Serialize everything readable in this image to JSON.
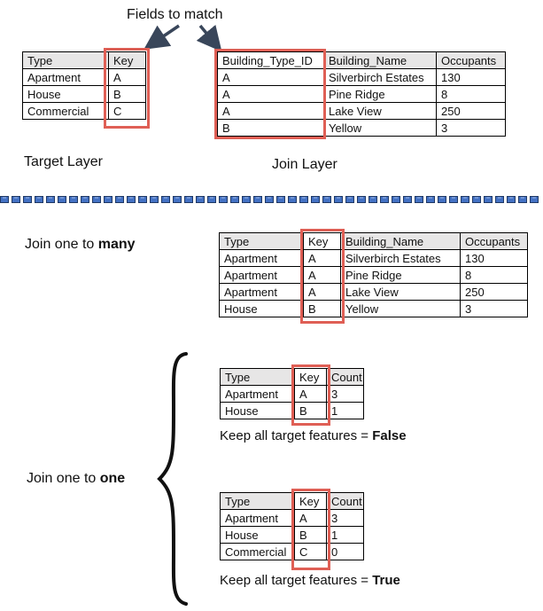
{
  "title": "Fields to match",
  "colors": {
    "red_highlight": "#DF5F55",
    "arrow": "#39465A",
    "table_header_bg": "#E7E6E6",
    "divider_blue": "#4472C4",
    "divider_dark": "#1F3864"
  },
  "target_table": {
    "label": "Target Layer",
    "headers": [
      "Type",
      "Key"
    ],
    "rows": [
      [
        "Apartment",
        "A"
      ],
      [
        "House",
        "B"
      ],
      [
        "Commercial",
        "C"
      ]
    ]
  },
  "join_table": {
    "label": "Join Layer",
    "headers": [
      "Building_Type_ID",
      "Building_Name",
      "Occupants"
    ],
    "rows": [
      [
        "A",
        "Silverbirch Estates",
        "130"
      ],
      [
        "A",
        "Pine Ridge",
        "8"
      ],
      [
        "A",
        "Lake View",
        "250"
      ],
      [
        "B",
        "Yellow",
        "3"
      ]
    ]
  },
  "join_one_to_many": {
    "label_prefix": "Join one to ",
    "label_bold": "many",
    "table": {
      "headers": [
        "Type",
        "Key",
        "Building_Name",
        "Occupants"
      ],
      "rows": [
        [
          "Apartment",
          "A",
          "Silverbirch Estates",
          "130"
        ],
        [
          "Apartment",
          "A",
          "Pine Ridge",
          "8"
        ],
        [
          "Apartment",
          "A",
          "Lake View",
          "250"
        ],
        [
          "House",
          "B",
          "Yellow",
          "3"
        ]
      ]
    }
  },
  "join_one_to_one": {
    "label_prefix": "Join one to ",
    "label_bold": "one",
    "false_case": {
      "headers": [
        "Type",
        "Key",
        "Count"
      ],
      "rows": [
        [
          "Apartment",
          "A",
          "3"
        ],
        [
          "House",
          "B",
          "1"
        ]
      ],
      "caption_prefix": "Keep all target features = ",
      "caption_bold": "False"
    },
    "true_case": {
      "headers": [
        "Type",
        "Key",
        "Count"
      ],
      "rows": [
        [
          "Apartment",
          "A",
          "3"
        ],
        [
          "House",
          "B",
          "1"
        ],
        [
          "Commercial",
          "C",
          "0"
        ]
      ],
      "caption_prefix": "Keep all target features = ",
      "caption_bold": "True"
    }
  }
}
